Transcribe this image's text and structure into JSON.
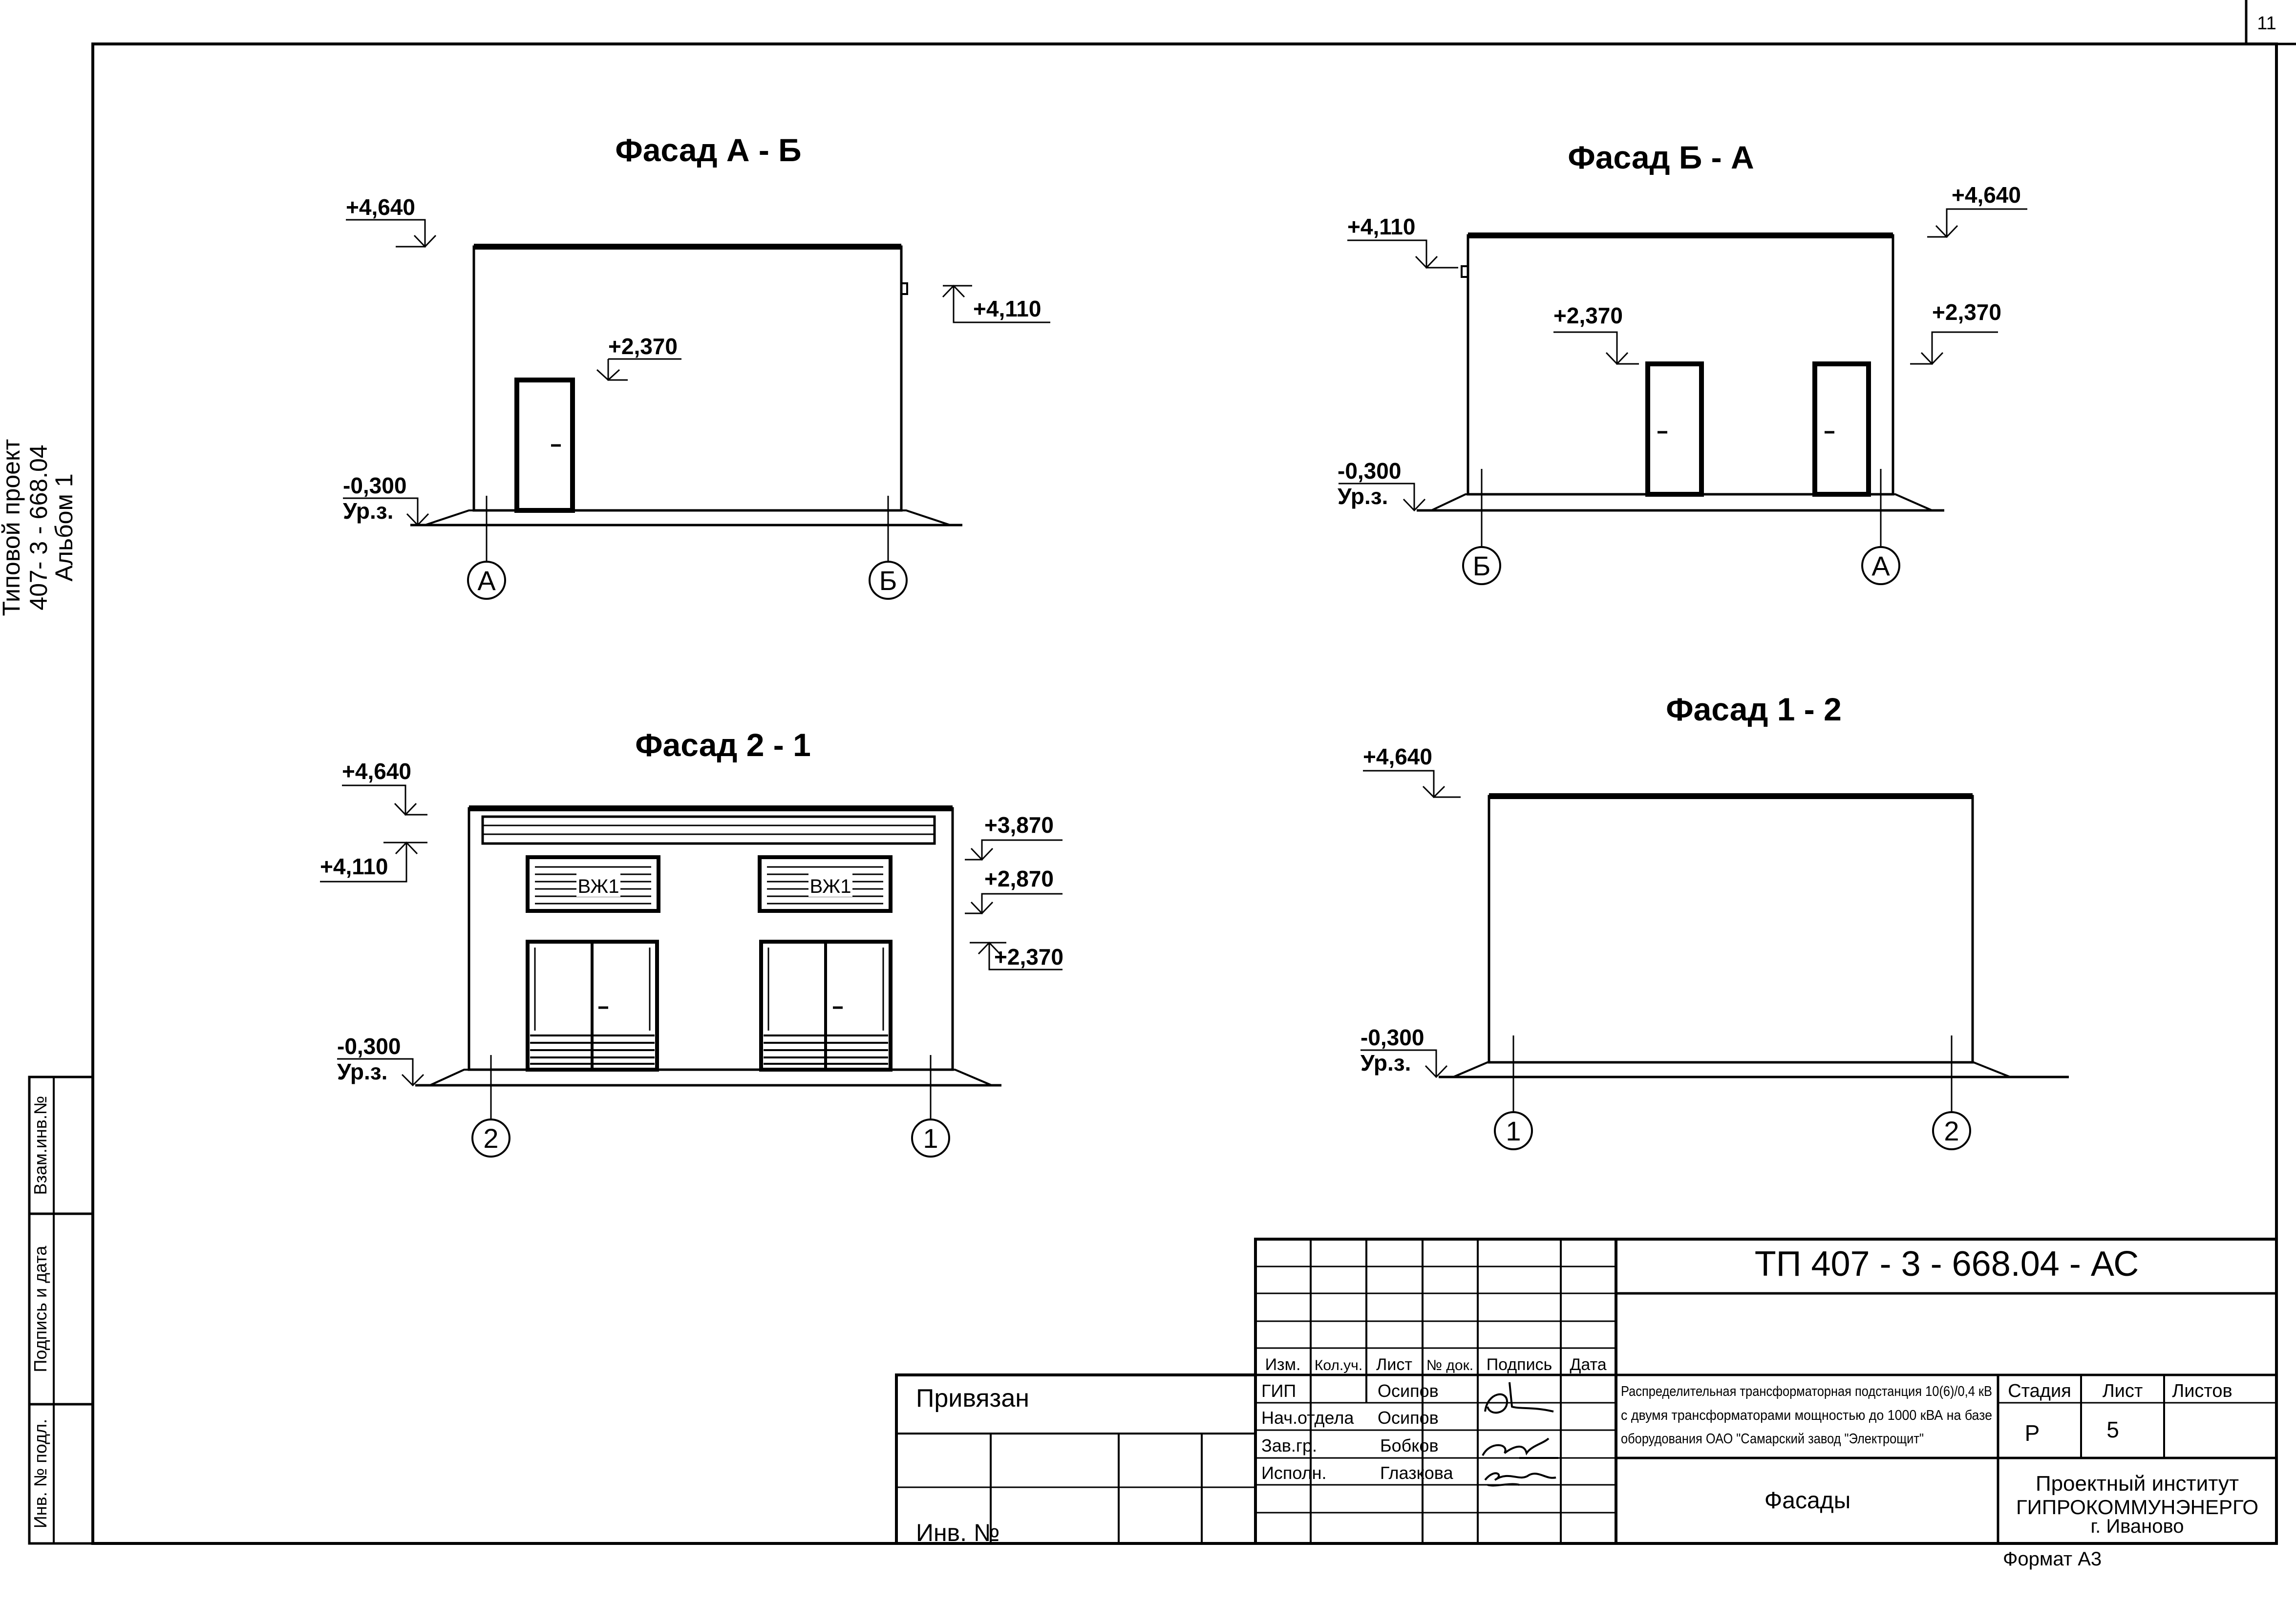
{
  "page_number": "11",
  "side_stamp": {
    "line1": "Типовой проект",
    "line2": "407- 3 - 668.04",
    "line3": "Альбом 1"
  },
  "left_columns": {
    "vzam": "Взам.инв.№",
    "podpis": "Подпись и дата",
    "inv_podl": "Инв. № подл."
  },
  "facades": [
    {
      "title": "Фасад А - Б",
      "marks": [
        "+4,640",
        "+4,110",
        "+2,370",
        "-0,300",
        "Ур.з."
      ],
      "axes": [
        "А",
        "Б"
      ]
    },
    {
      "title": "Фасад  Б - А",
      "marks": [
        "+4,110",
        "+4,640",
        "+2,370",
        "+2,370",
        "-0,300",
        "Ур.з."
      ],
      "axes": [
        "Б",
        "А"
      ]
    },
    {
      "title": "Фасад 2 - 1",
      "marks": [
        "+4,640",
        "+4,110",
        "+3,870",
        "+2,870",
        "+2,370",
        "-0,300",
        "Ур.з."
      ],
      "axes": [
        "2",
        "1"
      ],
      "vents": [
        "ВЖ1",
        "ВЖ1"
      ]
    },
    {
      "title": "Фасад  1 - 2",
      "marks": [
        "+4,640",
        "-0,300",
        "Ур.з."
      ],
      "axes": [
        "1",
        "2"
      ]
    }
  ],
  "title_block": {
    "code": "ТП   407 - 3 - 668.04 - АС",
    "privyazan": "Привязан",
    "inv_no": "Инв. №",
    "headers": [
      "Изм.",
      "Кол.уч.",
      "Лист",
      "№ док.",
      "Подпись",
      "Дата"
    ],
    "roles": [
      "ГИП",
      "Нач.отдела",
      "Зав.гр.",
      "Исполн."
    ],
    "names": [
      "Осипов",
      "Осипов",
      "Бобков",
      "Глазкова"
    ],
    "description": [
      "Распределительная трансформаторная подстанция 10(6)/0,4 кВ",
      "с двумя трансформаторами мощностью до 1000 кВА на базе",
      "оборудования ОАО \"Самарский завод \"Электрощит\""
    ],
    "sheet_title": "Фасады",
    "stage_label": "Стадия",
    "sheet_label": "Лист",
    "sheets_label": "Листов",
    "stage": "Р",
    "sheet": "5",
    "org_line1": "Проектный институт",
    "org_line2": "ГИПРОКОММУНЭНЕРГО",
    "org_line3": "г. Иваново",
    "format": "Формат А3"
  }
}
